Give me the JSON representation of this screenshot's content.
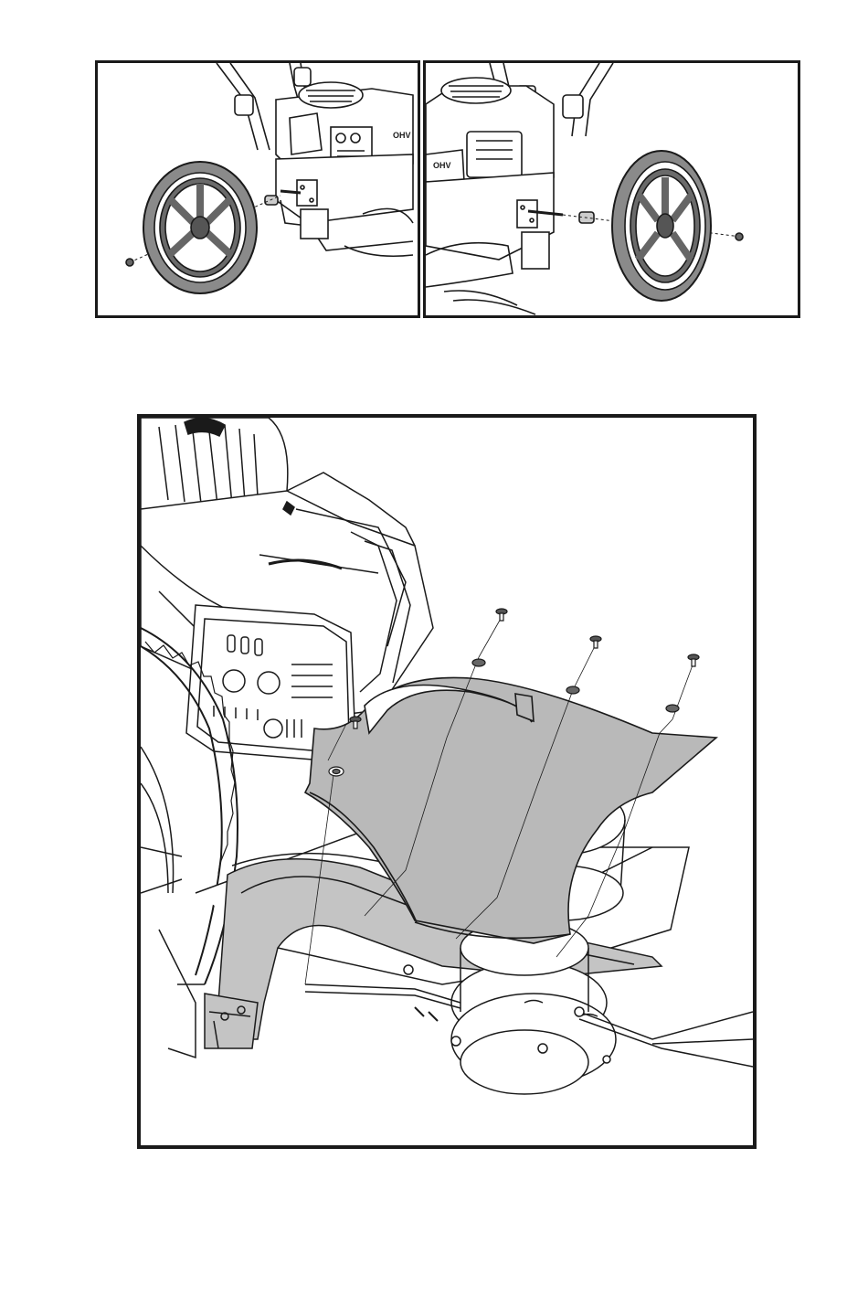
{
  "figures": [
    {
      "id": "wheel-install-left",
      "engine_label": "OHV"
    },
    {
      "id": "wheel-install-right",
      "engine_label": "OHV"
    },
    {
      "id": "deflector-install",
      "parts": {
        "screws": 5,
        "washers": 5
      }
    }
  ],
  "colors": {
    "line": "#1a1a1a",
    "shield_fill": "#b9b9b9",
    "tire_fill": "#8a8a8a",
    "hub_fill": "#555555"
  }
}
